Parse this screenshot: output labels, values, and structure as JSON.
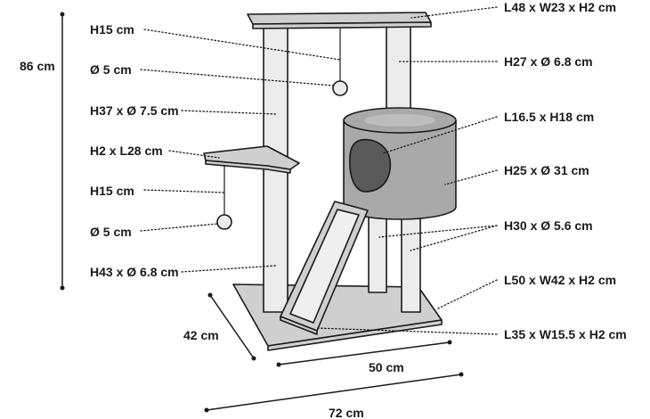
{
  "overall_height": "86 cm",
  "left_labels": {
    "top_rope": "H15 cm",
    "top_ball": "Ø 5 cm",
    "upper_post": "H37 x Ø 7.5 cm",
    "side_platform": "H2 x L28 cm",
    "side_rope": "H15 cm",
    "side_ball": "Ø 5 cm",
    "lower_post": "H43 x Ø 6.8 cm"
  },
  "right_labels": {
    "top_platform": "L48 x W23 x H2 cm",
    "right_post": "H27 x Ø 6.8 cm",
    "house_opening": "L16.5 x H18 cm",
    "house": "H25 x Ø 31 cm",
    "house_posts": "H30 x Ø 5.6 cm",
    "base": "L50 x W42 x H2 cm",
    "ramp": "L35 x W15.5 x H2 cm"
  },
  "base_dimensions": {
    "depth": "42 cm",
    "width": "50 cm",
    "diagonal": "72 cm"
  },
  "colors": {
    "outline": "#1a1a1a",
    "board": "#cfcfcf",
    "post": "#ececec",
    "house": "#a9a9a9",
    "opening": "#5a5a5a"
  }
}
